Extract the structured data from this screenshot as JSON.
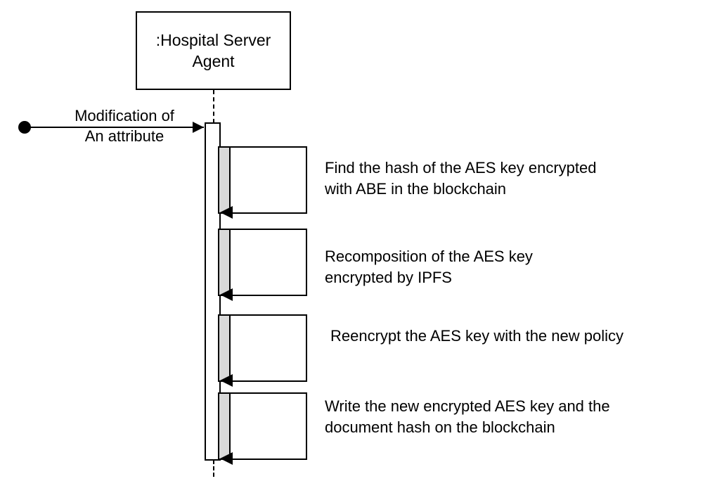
{
  "diagram": {
    "type": "uml-sequence-diagram",
    "background_color": "#ffffff",
    "line_color": "#000000",
    "activation_fill": "#d9d9d9"
  },
  "lifeline": {
    "name": ":Hospital Server Agent",
    "label": ":Hospital Server\nAgent"
  },
  "entry_message": {
    "label": "Modification of\nAn attribute",
    "start_marker": "filled-circle",
    "arrow": "arrow-right-icon"
  },
  "self_messages": [
    {
      "index": 1,
      "label": "Find the hash of the AES key encrypted\nwith ABE in the blockchain",
      "return_arrow": "arrow-left-icon"
    },
    {
      "index": 2,
      "label": "Recomposition of the AES key\nencrypted by IPFS",
      "return_arrow": "arrow-left-icon"
    },
    {
      "index": 3,
      "label": "Reencrypt the AES key with the new policy",
      "return_arrow": "arrow-left-icon"
    },
    {
      "index": 4,
      "label": "Write the new encrypted AES key and the\ndocument hash on the blockchain",
      "return_arrow": "arrow-left-icon"
    }
  ]
}
